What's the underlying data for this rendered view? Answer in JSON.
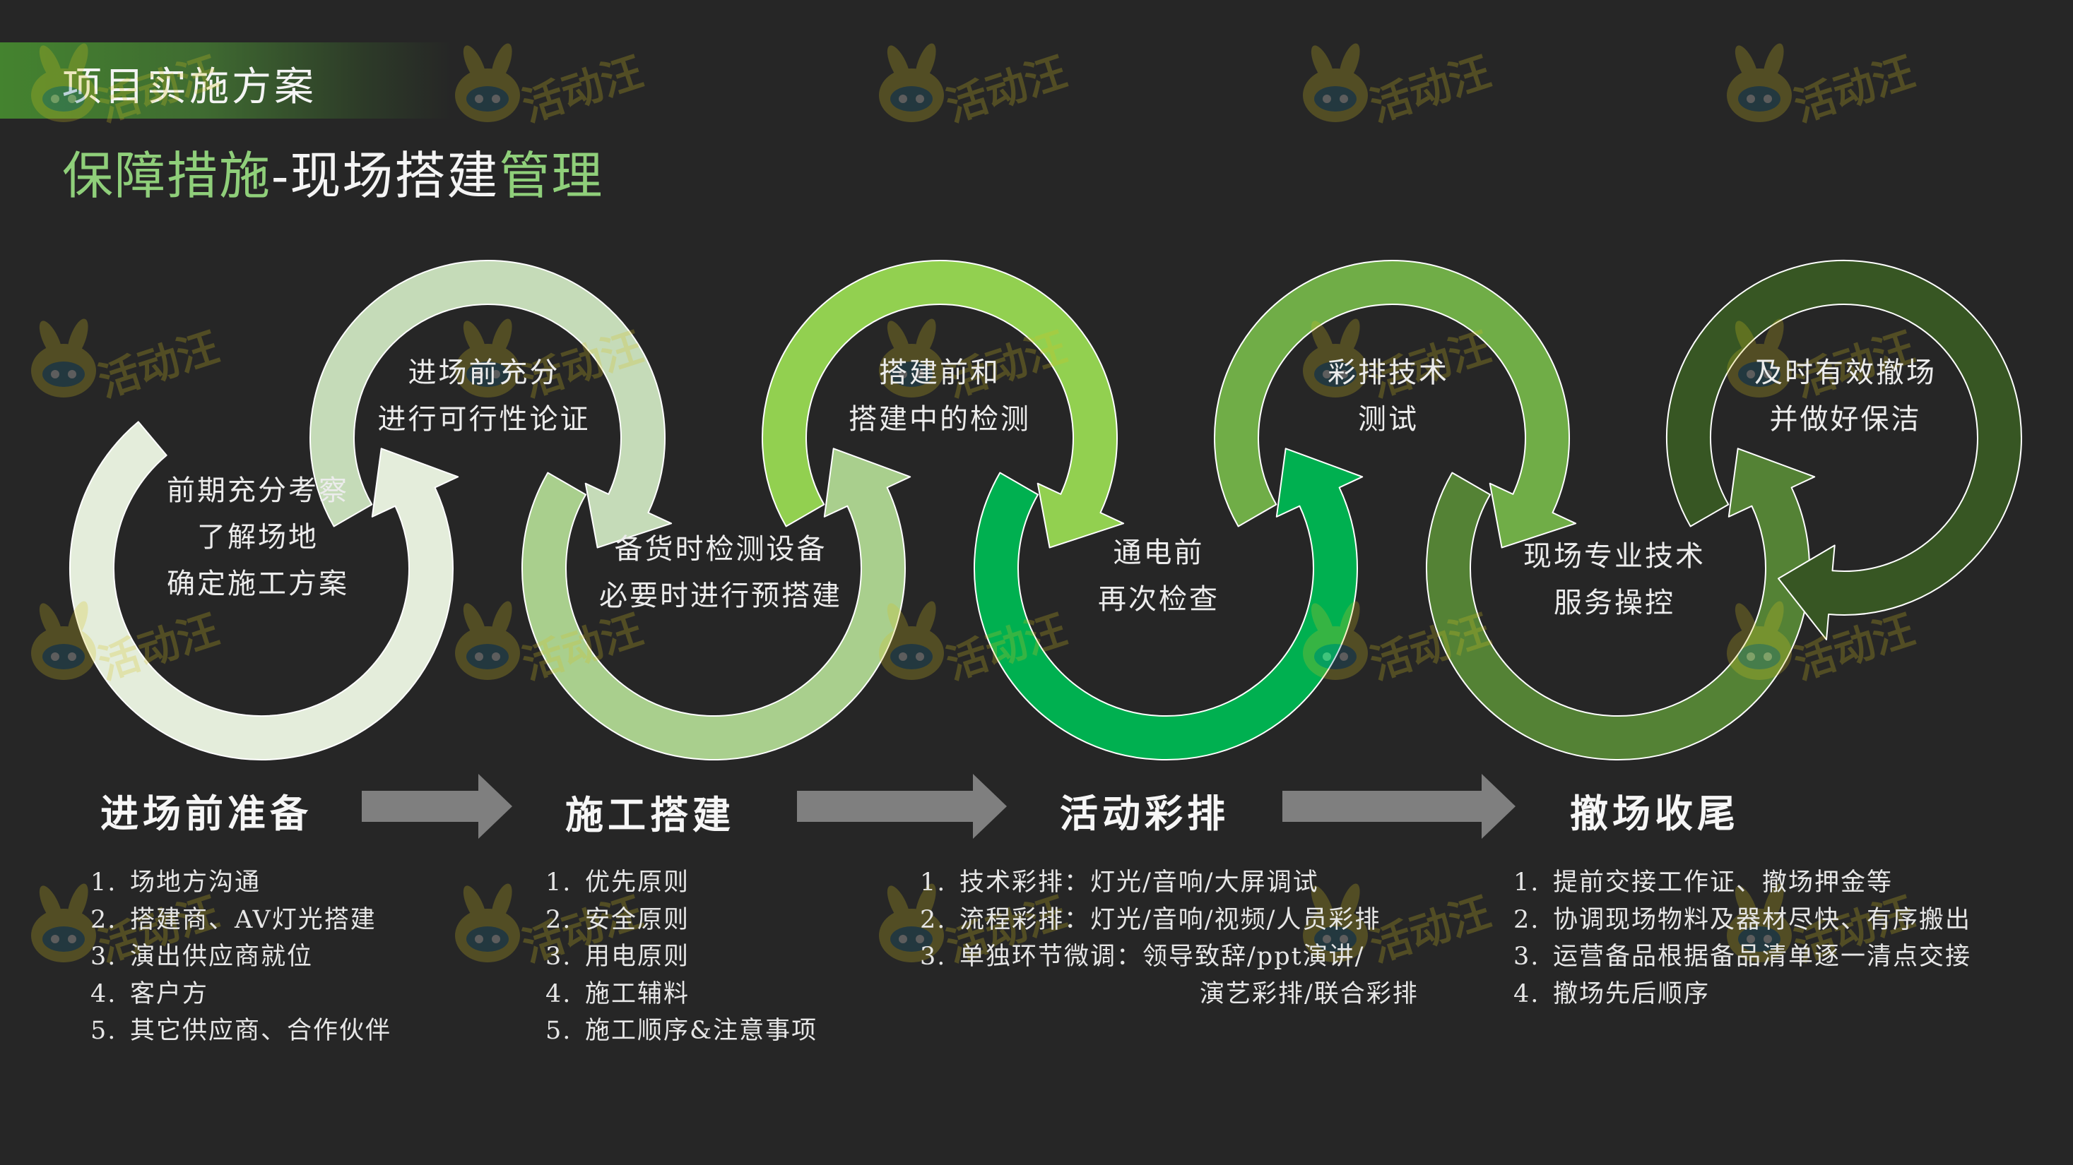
{
  "header": {
    "title": "项目实施方案",
    "subtitle_prefix": "保障措施",
    "subtitle_middle": "-现场搭建",
    "subtitle_suffix": "管理"
  },
  "colors": {
    "background": "#262626",
    "ring_1": "#e4eddb",
    "ring_2": "#c5dbb8",
    "ring_3": "#a9cf8d",
    "ring_4": "#92d050",
    "ring_5": "#00b050",
    "ring_6": "#70ad47",
    "ring_7": "#548235",
    "ring_8": "#375623",
    "stage_arrow": "#7f7f7f"
  },
  "nodes": [
    {
      "lines": [
        "前期充分考察",
        "了解场地",
        "确定施工方案"
      ]
    },
    {
      "lines": [
        "进场前充分",
        "进行可行性论证"
      ]
    },
    {
      "lines": [
        "备货时检测设备",
        "必要时进行预搭建"
      ]
    },
    {
      "lines": [
        "搭建前和",
        "搭建中的检测"
      ]
    },
    {
      "lines": [
        "通电前",
        "再次检查"
      ]
    },
    {
      "lines": [
        "彩排技术",
        "测试"
      ]
    },
    {
      "lines": [
        "现场专业技术",
        "服务操控"
      ]
    },
    {
      "lines": [
        "及时有效撤场",
        "并做好保洁"
      ]
    }
  ],
  "stages": [
    {
      "title": "进场前准备",
      "items": [
        {
          "num": "1.",
          "text": "场地方沟通"
        },
        {
          "num": "2.",
          "text": "搭建商、AV灯光搭建"
        },
        {
          "num": "3.",
          "text": "演出供应商就位"
        },
        {
          "num": "4.",
          "text": "客户方"
        },
        {
          "num": "5.",
          "text": "其它供应商、合作伙伴"
        }
      ]
    },
    {
      "title": "施工搭建",
      "items": [
        {
          "num": "1.",
          "text": "优先原则"
        },
        {
          "num": "2.",
          "text": "安全原则"
        },
        {
          "num": "3.",
          "text": "用电原则"
        },
        {
          "num": "4.",
          "text": "施工辅料"
        },
        {
          "num": "5.",
          "text": "施工顺序&注意事项"
        }
      ]
    },
    {
      "title": "活动彩排",
      "items": [
        {
          "num": "1.",
          "text": "技术彩排：灯光/音响/大屏调试"
        },
        {
          "num": "2.",
          "text": "流程彩排：灯光/音响/视频/人员彩排"
        },
        {
          "num": "3.",
          "text": "单独环节微调：领导致辞/ppt演讲/",
          "cont": "演艺彩排/联合彩排"
        }
      ]
    },
    {
      "title": "撤场收尾",
      "items": [
        {
          "num": "1.",
          "text": "提前交接工作证、撤场押金等"
        },
        {
          "num": "2.",
          "text": "协调现场物料及器材尽快、有序搬出"
        },
        {
          "num": "3.",
          "text": "运营备品根据备品清单逐一清点交接"
        },
        {
          "num": "4.",
          "text": "撤场先后顺序"
        }
      ]
    }
  ],
  "watermark": {
    "text": "活动汪"
  }
}
